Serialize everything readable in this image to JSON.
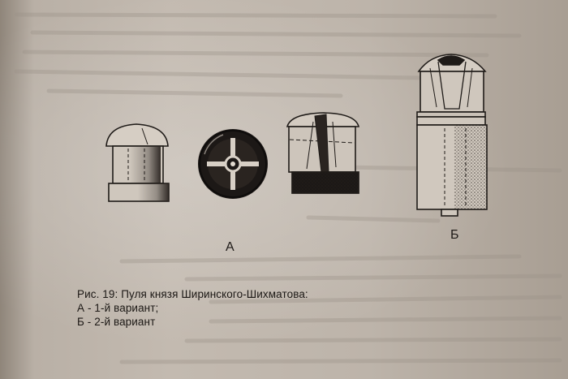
{
  "figure": {
    "label_a": "А",
    "label_b": "Б"
  },
  "caption": {
    "title": "Рис. 19: Пуля князя Ширинского-Шихматова:",
    "line_a": "А - 1-й вариант;",
    "line_b": "Б - 2-й вариант"
  },
  "colors": {
    "paper": "#c0b7ad",
    "ink": "#1f1b18"
  }
}
